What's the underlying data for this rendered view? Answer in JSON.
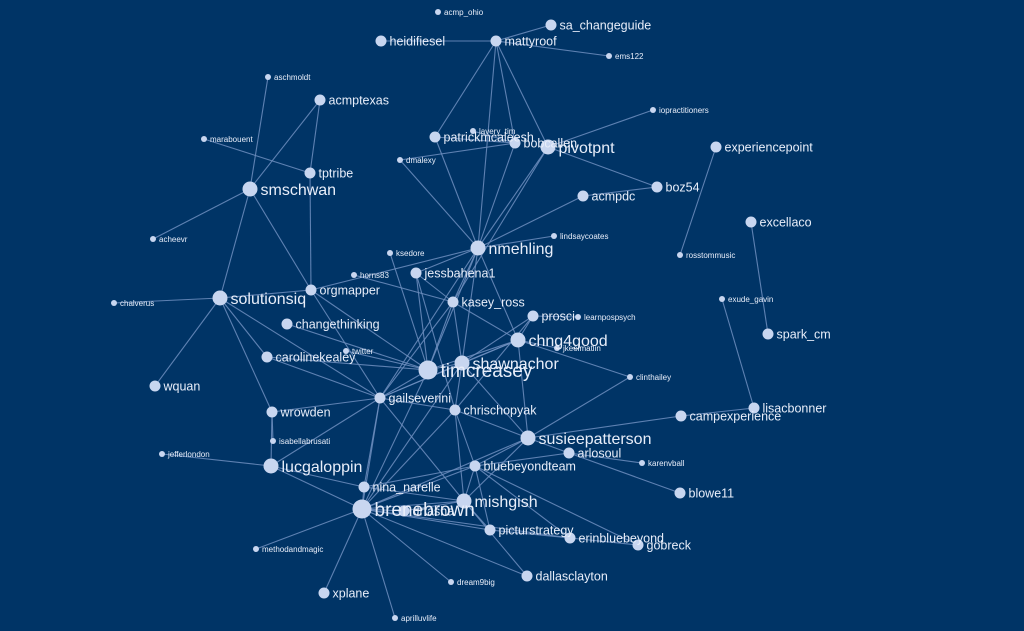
{
  "graph": {
    "background": "#003466",
    "node_color": "#c8d6f0",
    "edge_color": "#6f8fbf",
    "label_color": "#e8eefa",
    "nodes": [
      {
        "id": "acmp_ohio",
        "label": "acmp_ohio",
        "size": "xs"
      },
      {
        "id": "sa_changeguide",
        "label": "sa_changeguide",
        "size": "m"
      },
      {
        "id": "heidifiesel",
        "label": "heidifiesel",
        "size": "m"
      },
      {
        "id": "mattyroof",
        "label": "mattyroof",
        "size": "m"
      },
      {
        "id": "ems122",
        "label": "ems122",
        "size": "xs"
      },
      {
        "id": "aschmoldt",
        "label": "aschmoldt",
        "size": "xs"
      },
      {
        "id": "acmptexas",
        "label": "acmptexas",
        "size": "m"
      },
      {
        "id": "iopractitioners",
        "label": "iopractitioners",
        "size": "xs"
      },
      {
        "id": "lavery_tim",
        "label": "lavery_tim",
        "size": "xs"
      },
      {
        "id": "patrickmcaleesh",
        "label": "patrickmcaleesh",
        "size": "m"
      },
      {
        "id": "bobcallen",
        "label": "bobcallen",
        "size": "m"
      },
      {
        "id": "pivotpnt",
        "label": "pivotpnt",
        "size": "l"
      },
      {
        "id": "marabouent",
        "label": "marabouent",
        "size": "xs"
      },
      {
        "id": "experiencepoint",
        "label": "experiencepoint",
        "size": "m"
      },
      {
        "id": "dmalexy",
        "label": "dmalexy",
        "size": "xs"
      },
      {
        "id": "tptribe",
        "label": "tptribe",
        "size": "m"
      },
      {
        "id": "smschwan",
        "label": "smschwan",
        "size": "l"
      },
      {
        "id": "boz54",
        "label": "boz54",
        "size": "m"
      },
      {
        "id": "acmpdc",
        "label": "acmpdc",
        "size": "m"
      },
      {
        "id": "excellaco",
        "label": "excellaco",
        "size": "m"
      },
      {
        "id": "acheevr",
        "label": "acheevr",
        "size": "xs"
      },
      {
        "id": "lindsaycoates",
        "label": "lindsaycoates",
        "size": "xs"
      },
      {
        "id": "nmehling",
        "label": "nmehling",
        "size": "l"
      },
      {
        "id": "ksedore",
        "label": "ksedore",
        "size": "xs"
      },
      {
        "id": "rosstommusic",
        "label": "rosstommusic",
        "size": "xs"
      },
      {
        "id": "horns83",
        "label": "horns83",
        "size": "xs"
      },
      {
        "id": "jessbahena1",
        "label": "jessbahena1",
        "size": "m"
      },
      {
        "id": "orgmapper",
        "label": "orgmapper",
        "size": "m"
      },
      {
        "id": "solutionsiq",
        "label": "solutionsiq",
        "size": "l"
      },
      {
        "id": "chalverus",
        "label": "chalverus",
        "size": "xs"
      },
      {
        "id": "kasey_ross",
        "label": "kasey_ross",
        "size": "m"
      },
      {
        "id": "exude_gavin",
        "label": "exude_gavin",
        "size": "xs"
      },
      {
        "id": "prosci",
        "label": "prosci",
        "size": "m"
      },
      {
        "id": "learnpospsych",
        "label": "learnpospsych",
        "size": "xs"
      },
      {
        "id": "spark_cm",
        "label": "spark_cm",
        "size": "m"
      },
      {
        "id": "changethinking",
        "label": "changethinking",
        "size": "m"
      },
      {
        "id": "chng4good",
        "label": "chng4good",
        "size": "l"
      },
      {
        "id": "jkeelmatlin",
        "label": "jkeelmatlin",
        "size": "xs"
      },
      {
        "id": "twitter",
        "label": "twitter",
        "size": "xs"
      },
      {
        "id": "carolinekealey",
        "label": "carolinekealey",
        "size": "m"
      },
      {
        "id": "shawnachor",
        "label": "shawnachor",
        "size": "l"
      },
      {
        "id": "timcreasey",
        "label": "timcreasey",
        "size": "xl"
      },
      {
        "id": "clinthailey",
        "label": "clinthailey",
        "size": "xs"
      },
      {
        "id": "wquan",
        "label": "wquan",
        "size": "m"
      },
      {
        "id": "gailseverini",
        "label": "gailseverini",
        "size": "m"
      },
      {
        "id": "lisacbonner",
        "label": "lisacbonner",
        "size": "m"
      },
      {
        "id": "wrowden",
        "label": "wrowden",
        "size": "m"
      },
      {
        "id": "chrischopyak",
        "label": "chrischopyak",
        "size": "m"
      },
      {
        "id": "campexperience",
        "label": "campexperience",
        "size": "m"
      },
      {
        "id": "isabellabrusati",
        "label": "isabellabrusati",
        "size": "xs"
      },
      {
        "id": "susieepatterson",
        "label": "susieepatterson",
        "size": "l"
      },
      {
        "id": "jefferlondon",
        "label": "jefferlondon",
        "size": "xs"
      },
      {
        "id": "arlosoul",
        "label": "arlosoul",
        "size": "m"
      },
      {
        "id": "karenvball",
        "label": "karenvball",
        "size": "xs"
      },
      {
        "id": "lucgaloppin",
        "label": "lucgaloppin",
        "size": "l"
      },
      {
        "id": "bluebeyondteam",
        "label": "bluebeyondteam",
        "size": "m"
      },
      {
        "id": "nina_narelle",
        "label": "nina_narelle",
        "size": "m"
      },
      {
        "id": "blowe11",
        "label": "blowe11",
        "size": "m"
      },
      {
        "id": "mishgish",
        "label": "mishgish",
        "size": "l"
      },
      {
        "id": "brenebrown",
        "label": "brenebrown",
        "size": "xl"
      },
      {
        "id": "drtasha",
        "label": "drtasha",
        "size": "m"
      },
      {
        "id": "picturstrategy",
        "label": "picturstrategy",
        "size": "m"
      },
      {
        "id": "erinbluebeyond",
        "label": "erinbluebeyond",
        "size": "m"
      },
      {
        "id": "gobreck",
        "label": "gobreck",
        "size": "m"
      },
      {
        "id": "methodandmagic",
        "label": "methodandmagic",
        "size": "xs"
      },
      {
        "id": "dallasclayton",
        "label": "dallasclayton",
        "size": "m"
      },
      {
        "id": "dream9big",
        "label": "dream9big",
        "size": "xs"
      },
      {
        "id": "xplane",
        "label": "xplane",
        "size": "m"
      },
      {
        "id": "aprilluvlife",
        "label": "aprilluvlife",
        "size": "xs"
      }
    ],
    "edges": [
      [
        "mattyroof",
        "heidifiesel"
      ],
      [
        "mattyroof",
        "nmehling"
      ],
      [
        "mattyroof",
        "pivotpnt"
      ],
      [
        "mattyroof",
        "ems122"
      ],
      [
        "mattyroof",
        "patrickmcaleesh"
      ],
      [
        "mattyroof",
        "bobcallen"
      ],
      [
        "mattyroof",
        "sa_changeguide"
      ],
      [
        "aschmoldt",
        "smschwan"
      ],
      [
        "acmptexas",
        "smschwan"
      ],
      [
        "acmptexas",
        "tptribe"
      ],
      [
        "marabouent",
        "tptribe"
      ],
      [
        "acheevr",
        "smschwan"
      ],
      [
        "smschwan",
        "solutionsiq"
      ],
      [
        "smschwan",
        "orgmapper"
      ],
      [
        "tptribe",
        "orgmapper"
      ],
      [
        "iopractitioners",
        "pivotpnt"
      ],
      [
        "patrickmcaleesh",
        "bobcallen"
      ],
      [
        "patrickmcaleesh",
        "nmehling"
      ],
      [
        "dmalexy",
        "bobcallen"
      ],
      [
        "dmalexy",
        "nmehling"
      ],
      [
        "lavery_tim",
        "bobcallen"
      ],
      [
        "bobcallen",
        "nmehling"
      ],
      [
        "pivotpnt",
        "nmehling"
      ],
      [
        "pivotpnt",
        "kasey_ross"
      ],
      [
        "acmpdc",
        "nmehling"
      ],
      [
        "boz54",
        "acmpdc"
      ],
      [
        "boz54",
        "pivotpnt"
      ],
      [
        "lindsaycoates",
        "nmehling"
      ],
      [
        "nmehling",
        "jessbahena1"
      ],
      [
        "nmehling",
        "kasey_ross"
      ],
      [
        "nmehling",
        "timcreasey"
      ],
      [
        "nmehling",
        "orgmapper"
      ],
      [
        "nmehling",
        "gailseverini"
      ],
      [
        "nmehling",
        "shawnachor"
      ],
      [
        "nmehling",
        "chng4good"
      ],
      [
        "experiencepoint",
        "rosstommusic"
      ],
      [
        "excellaco",
        "spark_cm"
      ],
      [
        "exude_gavin",
        "lisacbonner"
      ],
      [
        "campexperience",
        "lisacbonner"
      ],
      [
        "solutionsiq",
        "chalverus"
      ],
      [
        "solutionsiq",
        "wquan"
      ],
      [
        "solutionsiq",
        "carolinekealey"
      ],
      [
        "solutionsiq",
        "orgmapper"
      ],
      [
        "solutionsiq",
        "wrowden"
      ],
      [
        "solutionsiq",
        "gailseverini"
      ],
      [
        "orgmapper",
        "timcreasey"
      ],
      [
        "orgmapper",
        "gailseverini"
      ],
      [
        "changethinking",
        "timcreasey"
      ],
      [
        "carolinekealey",
        "timcreasey"
      ],
      [
        "carolinekealey",
        "gailseverini"
      ],
      [
        "twitter",
        "timcreasey"
      ],
      [
        "jessbahena1",
        "timcreasey"
      ],
      [
        "jessbahena1",
        "kasey_ross"
      ],
      [
        "jessbahena1",
        "chrischopyak"
      ],
      [
        "ksedore",
        "timcreasey"
      ],
      [
        "horns83",
        "kasey_ross"
      ],
      [
        "kasey_ross",
        "timcreasey"
      ],
      [
        "kasey_ross",
        "shawnachor"
      ],
      [
        "kasey_ross",
        "chng4good"
      ],
      [
        "kasey_ross",
        "gailseverini"
      ],
      [
        "prosci",
        "learnpospsych"
      ],
      [
        "prosci",
        "shawnachor"
      ],
      [
        "prosci",
        "chng4good"
      ],
      [
        "prosci",
        "chrischopyak"
      ],
      [
        "chng4good",
        "timcreasey"
      ],
      [
        "chng4good",
        "shawnachor"
      ],
      [
        "chng4good",
        "susieepatterson"
      ],
      [
        "chng4good",
        "clinthailey"
      ],
      [
        "chng4good",
        "jkeelmatlin"
      ],
      [
        "chng4good",
        "gailseverini"
      ],
      [
        "shawnachor",
        "timcreasey"
      ],
      [
        "shawnachor",
        "chrischopyak"
      ],
      [
        "shawnachor",
        "susieepatterson"
      ],
      [
        "shawnachor",
        "brenebrown"
      ],
      [
        "shawnachor",
        "gailseverini"
      ],
      [
        "timcreasey",
        "brenebrown"
      ],
      [
        "timcreasey",
        "gailseverini"
      ],
      [
        "clinthailey",
        "susieepatterson"
      ],
      [
        "gailseverini",
        "wrowden"
      ],
      [
        "gailseverini",
        "brenebrown"
      ],
      [
        "gailseverini",
        "nina_narelle"
      ],
      [
        "gailseverini",
        "mishgish"
      ],
      [
        "gailseverini",
        "chrischopyak"
      ],
      [
        "gailseverini",
        "lucgaloppin"
      ],
      [
        "chrischopyak",
        "brenebrown"
      ],
      [
        "chrischopyak",
        "susieepatterson"
      ],
      [
        "chrischopyak",
        "mishgish"
      ],
      [
        "chrischopyak",
        "bluebeyondteam"
      ],
      [
        "susieepatterson",
        "campexperience"
      ],
      [
        "susieepatterson",
        "arlosoul"
      ],
      [
        "susieepatterson",
        "brenebrown"
      ],
      [
        "susieepatterson",
        "mishgish"
      ],
      [
        "susieepatterson",
        "bluebeyondteam"
      ],
      [
        "arlosoul",
        "karenvball"
      ],
      [
        "arlosoul",
        "blowe11"
      ],
      [
        "arlosoul",
        "bluebeyondteam"
      ],
      [
        "wrowden",
        "isabellabrusati"
      ],
      [
        "wrowden",
        "lucgaloppin"
      ],
      [
        "jefferlondon",
        "lucgaloppin"
      ],
      [
        "lucgaloppin",
        "brenebrown"
      ],
      [
        "lucgaloppin",
        "nina_narelle"
      ],
      [
        "bluebeyondteam",
        "brenebrown"
      ],
      [
        "bluebeyondteam",
        "mishgish"
      ],
      [
        "bluebeyondteam",
        "erinbluebeyond"
      ],
      [
        "bluebeyondteam",
        "gobreck"
      ],
      [
        "bluebeyondteam",
        "picturstrategy"
      ],
      [
        "bluebeyondteam",
        "nina_narelle"
      ],
      [
        "nina_narelle",
        "brenebrown"
      ],
      [
        "nina_narelle",
        "mishgish"
      ],
      [
        "mishgish",
        "brenebrown"
      ],
      [
        "mishgish",
        "picturstrategy"
      ],
      [
        "mishgish",
        "dallasclayton"
      ],
      [
        "mishgish",
        "drtasha"
      ],
      [
        "brenebrown",
        "methodandmagic"
      ],
      [
        "brenebrown",
        "xplane"
      ],
      [
        "brenebrown",
        "aprilluvlife"
      ],
      [
        "brenebrown",
        "dream9big"
      ],
      [
        "brenebrown",
        "dallasclayton"
      ],
      [
        "brenebrown",
        "picturstrategy"
      ],
      [
        "brenebrown",
        "drtasha"
      ],
      [
        "brenebrown",
        "erinbluebeyond"
      ],
      [
        "picturstrategy",
        "erinbluebeyond"
      ],
      [
        "erinbluebeyond",
        "gobreck"
      ]
    ]
  }
}
